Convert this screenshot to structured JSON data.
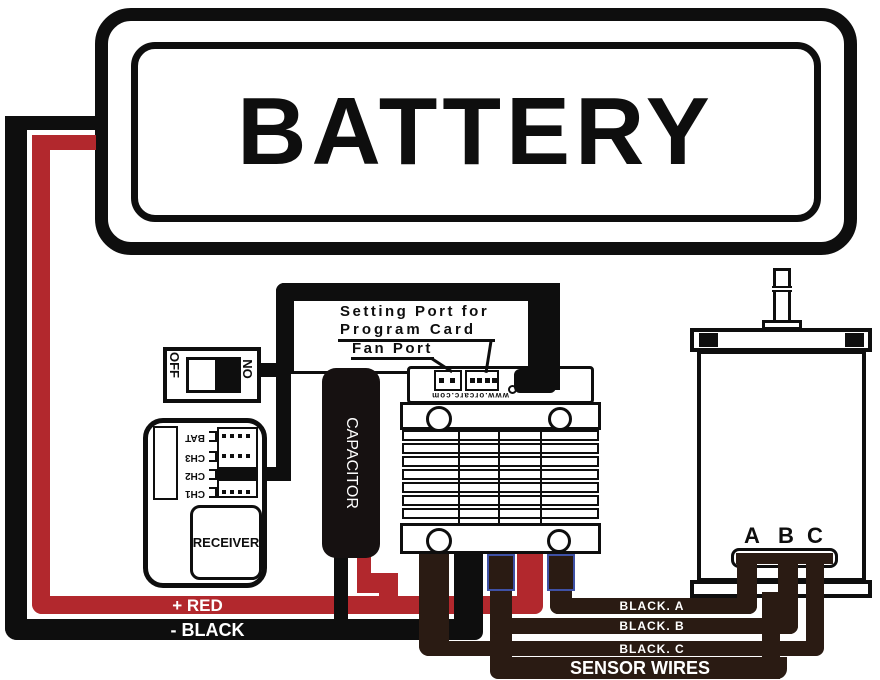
{
  "diagram": {
    "battery": {
      "label": "BATTERY"
    },
    "switch": {
      "off_label": "OFF",
      "on_label": "ON"
    },
    "receiver": {
      "label": "RECEIVER",
      "channels": [
        "BAT",
        "CH3",
        "CH2",
        "CH1"
      ]
    },
    "capacitor": {
      "label": "CAPACITOR"
    },
    "esc": {
      "brand": "www.orcarc.com",
      "setting_port_line1": "Setting Port for",
      "setting_port_line2": "Program Card",
      "fan_port_label": "Fan Port"
    },
    "motor": {
      "terminals": [
        "A",
        "B",
        "C"
      ]
    },
    "wire_labels": {
      "positive": "+ RED",
      "negative": "- BLACK",
      "phase_a": "BLACK. A",
      "phase_b": "BLACK. B",
      "phase_c": "BLACK. C",
      "sensor": "SENSOR WIRES"
    },
    "colors": {
      "red": "#b2282d",
      "black": "#0e0e0e",
      "dark": "#2a1b13",
      "blue": "#3f51a5"
    }
  }
}
